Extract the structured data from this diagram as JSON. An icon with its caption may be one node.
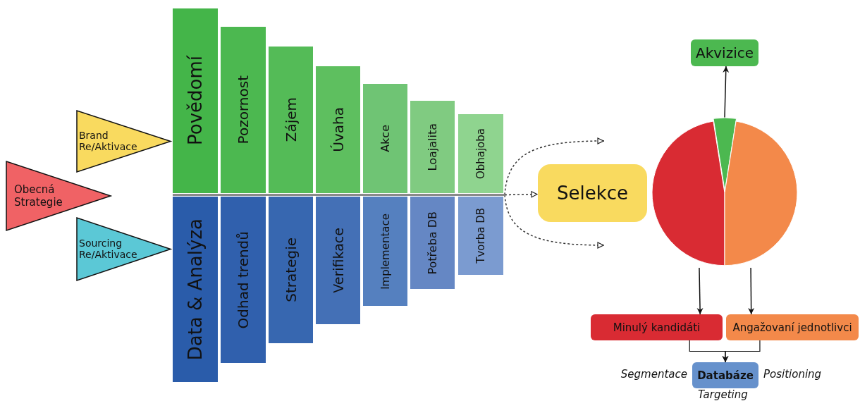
{
  "diagram": {
    "nodes": [
      {
        "text": [
          "Obecná Strategie"
        ]
      },
      {
        "text": [
          "Brand Re/Aktivace"
        ]
      },
      {
        "text": [
          "Sourcing Re/Aktivace"
        ]
      },
      {
        "text": [
          "Povědomí"
        ]
      },
      {
        "text": [
          "Pozornost"
        ]
      },
      {
        "text": [
          "Zájem"
        ]
      },
      {
        "text": [
          "Úvaha"
        ]
      },
      {
        "text": [
          "Akce"
        ]
      },
      {
        "text": [
          "Loajalita"
        ]
      },
      {
        "text": [
          "Obhajoba"
        ]
      },
      {
        "text": [
          "Data & Analýza"
        ]
      },
      {
        "text": [
          "Odhad trendů"
        ]
      },
      {
        "text": [
          "Strategie"
        ]
      },
      {
        "text": [
          "Verifikace"
        ]
      },
      {
        "text": [
          "Implementace"
        ]
      },
      {
        "text": [
          "Potřeba DB"
        ]
      },
      {
        "text": [
          "Tvorba DB"
        ]
      },
      {
        "text": [
          "Selekce"
        ]
      },
      {
        "text": [
          "Akvizice"
        ]
      },
      {
        "text": [],
        "shape": "wedge"
      },
      {
        "text": [],
        "shape": "wedge"
      },
      {
        "text": [],
        "shape": "wedge"
      },
      {
        "text": [
          "Minulý kandidáti"
        ]
      },
      {
        "text": [
          "Angažovaní jednotlivci"
        ]
      },
      {
        "text": [
          "Databáze"
        ],
        "beside": [
          "Segmentace",
          "Positioning",
          "Targeting"
        ]
      },
      {
        "text": [],
        "shape": "bar"
      }
    ],
    "edges": [
      {
        "from": 25,
        "to": 17,
        "arrow": "to",
        "style": "dashed"
      },
      {
        "from": 20,
        "to": 18,
        "arrow": "to"
      },
      {
        "from": 19,
        "to": 22,
        "arrow": "to"
      },
      {
        "from": 21,
        "to": 23,
        "arrow": "to"
      },
      {
        "from": 22,
        "to": 24,
        "arrow": "to"
      },
      {
        "from": 23,
        "to": 24,
        "arrow": "to"
      },
      {
        "from": 25,
        "to": null,
        "arrow": "to",
        "style": "dashed"
      },
      {
        "from": 25,
        "to": null,
        "arrow": "to",
        "style": "dashed"
      }
    ]
  }
}
